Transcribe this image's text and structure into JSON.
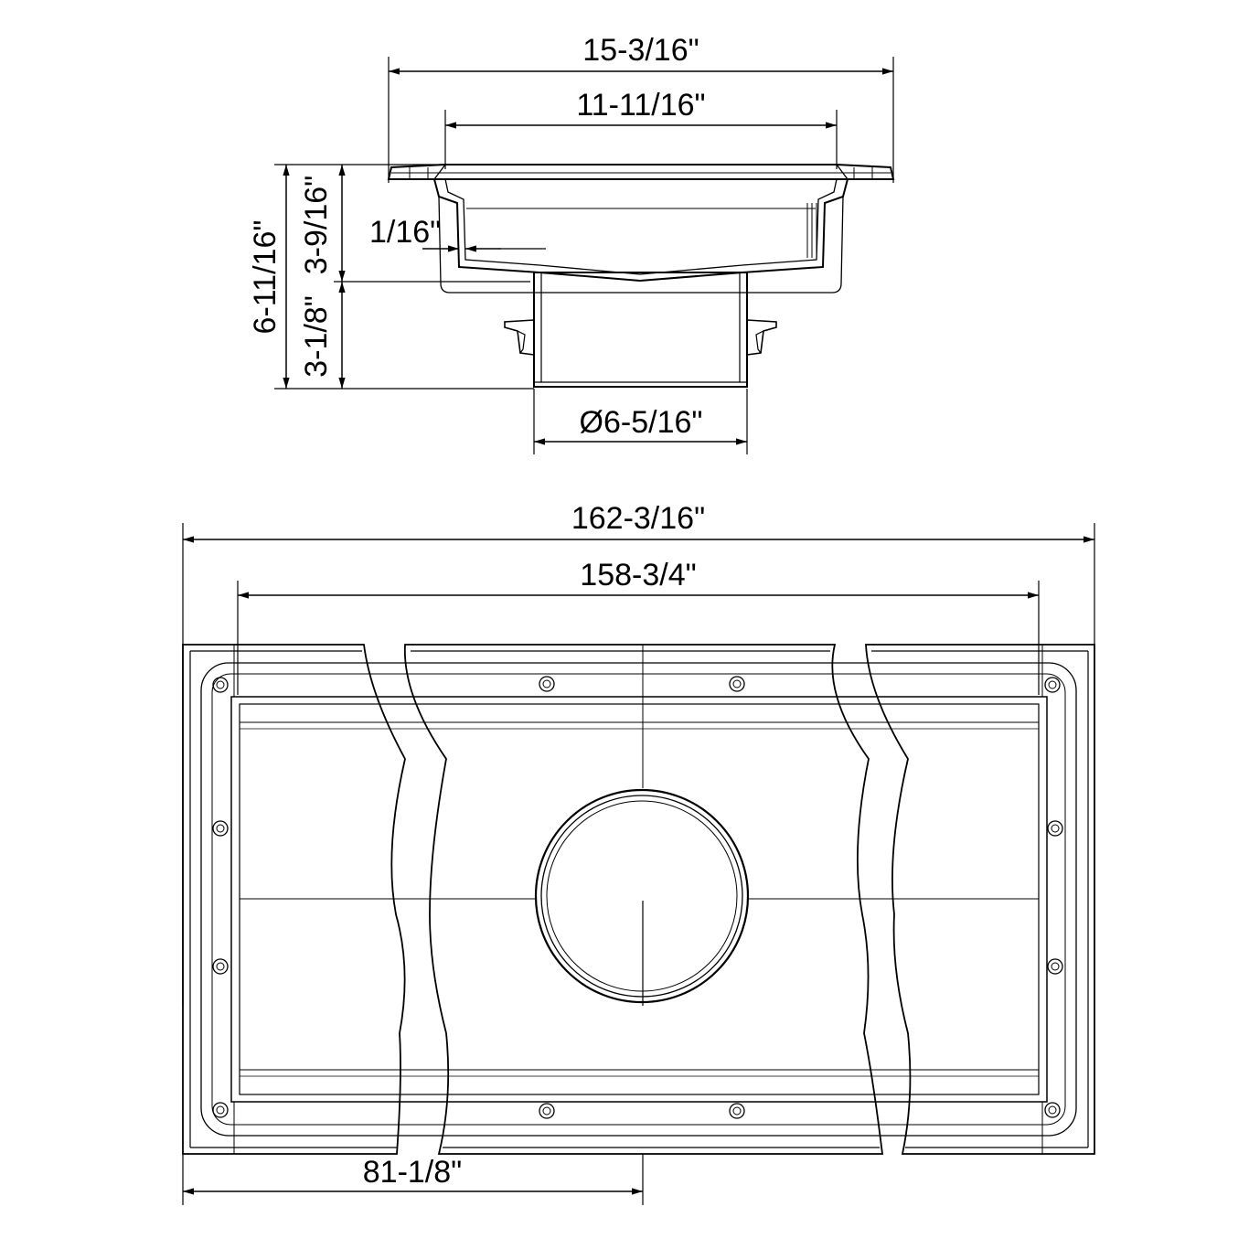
{
  "drawing": {
    "section_view": {
      "overall_width": "15-3/16\"",
      "inner_width": "11-11/16\"",
      "overall_height": "6-11/16\"",
      "upper_height": "3-9/16\"",
      "lower_height": "3-1/8\"",
      "wall_thickness": "1/16\"",
      "outlet_diameter": "Ø6-5/16\""
    },
    "plan_view": {
      "overall_length": "162-3/16\"",
      "inner_length": "158-3/4\"",
      "outlet_offset": "81-1/8\""
    }
  }
}
